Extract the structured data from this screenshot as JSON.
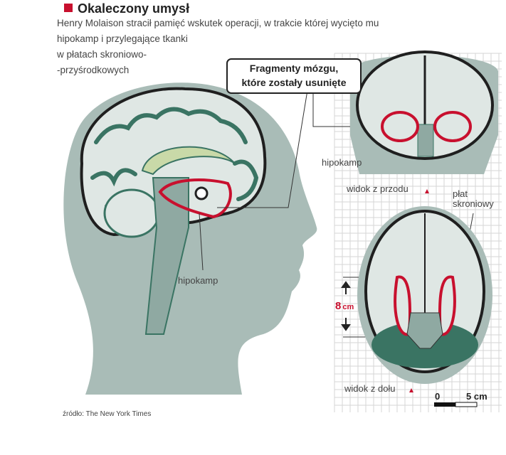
{
  "title": "Okaleczony umysł",
  "lead": [
    "Henry Molaison stracił pamięć wskutek operacji, w trakcie której wycięto mu",
    "hipokamp i przylegające tkanki",
    "w płatach skroniowo-",
    "-przyśrodkowych"
  ],
  "callout": [
    "Fragmenty mózgu,",
    "które zostały usunięte"
  ],
  "labels": {
    "hipokamp_side": "hipokamp",
    "hipokamp_front": "hipokamp",
    "front_view": "widok z przodu",
    "temporal_lobe": [
      "płat",
      "skroniowy"
    ],
    "size_value": "8",
    "size_unit": "cm",
    "bottom_view": "widok z dołu",
    "scale_zero": "0",
    "scale_five": "5 cm"
  },
  "source": "źródło: The New York Times",
  "colors": {
    "accent": "#c8102e",
    "brain_green": "#3a7463",
    "head_grey": "#a9bcb7",
    "brain_light": "#dfe7e4"
  }
}
